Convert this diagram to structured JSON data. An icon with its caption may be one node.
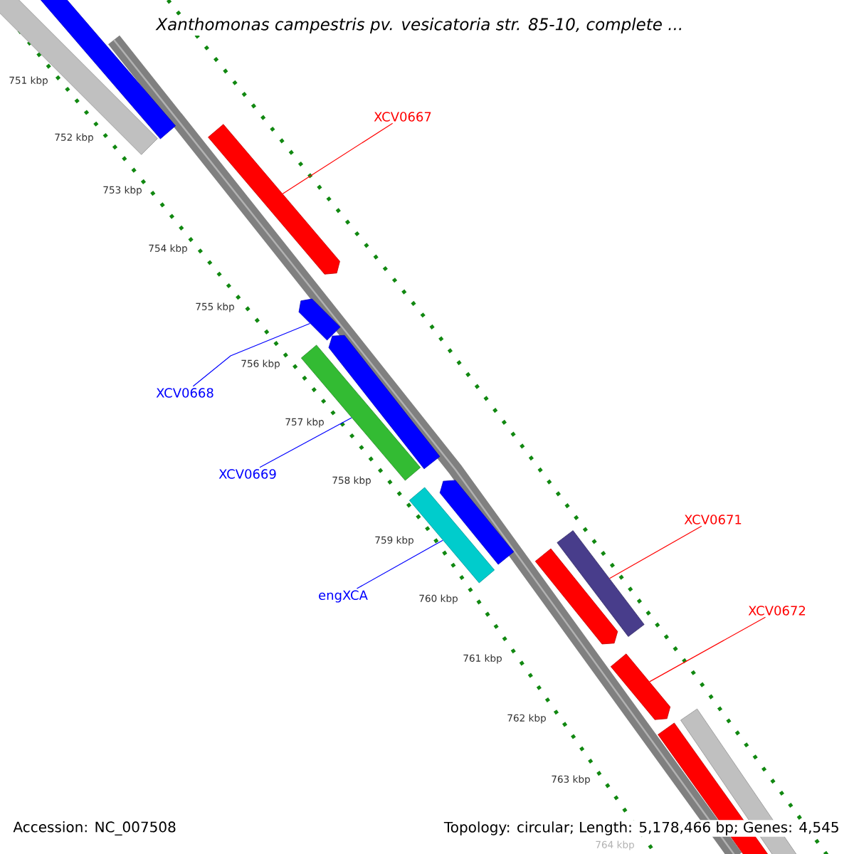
{
  "diagram": {
    "title": "Xanthomonas campestris pv. vesicatoria str. 85-10, complete ...",
    "nodes": [
      {
        "text": [],
        "shape": "bar"
      },
      {
        "text": [],
        "shape": "bar"
      },
      {
        "text": [
          "XCV0667"
        ]
      },
      {
        "text": [],
        "shape": "bar"
      },
      {
        "text": [],
        "shape": "bar"
      },
      {
        "text": [
          "XCV0668"
        ]
      },
      {
        "text": [],
        "shape": "bar"
      },
      {
        "text": [],
        "shape": "bar"
      },
      {
        "text": [
          "XCV0669"
        ]
      },
      {
        "text": [],
        "shape": "bar"
      },
      {
        "text": [],
        "shape": "bar"
      },
      {
        "text": [
          "XCV0671"
        ]
      },
      {
        "text": [],
        "shape": "bar"
      },
      {
        "text": [],
        "shape": "bar"
      },
      {
        "text": [
          "engXCA"
        ]
      },
      {
        "text": [
          "XCV0672"
        ]
      },
      {
        "text": [],
        "shape": "bar"
      },
      {
        "text": [],
        "shape": "bar"
      },
      {
        "text": [],
        "shape": "bar"
      }
    ],
    "edges": [
      {
        "from": 2,
        "to": 3,
        "arrow": "none"
      },
      {
        "from": 5,
        "to": 4,
        "arrow": "none",
        "color": "#0000ff"
      },
      {
        "from": 8,
        "to": 6,
        "arrow": "none",
        "color": "#0000ff"
      },
      {
        "from": 14,
        "to": 9,
        "arrow": "none",
        "color": "#0000ff"
      },
      {
        "from": 11,
        "to": 13,
        "arrow": "none"
      },
      {
        "from": 15,
        "to": 16,
        "arrow": "none"
      }
    ],
    "labels": [
      "751 kbp",
      "752 kbp",
      "753 kbp",
      "754 kbp",
      "755 kbp",
      "756 kbp",
      "757 kbp",
      "758 kbp",
      "759 kbp",
      "760 kbp",
      "761 kbp",
      "762 kbp",
      "763 kbp",
      "764 kbp",
      "Accession: NC_007508",
      "Topology: circular; Length: 5,178,466 bp; Genes: 4,545"
    ]
  }
}
